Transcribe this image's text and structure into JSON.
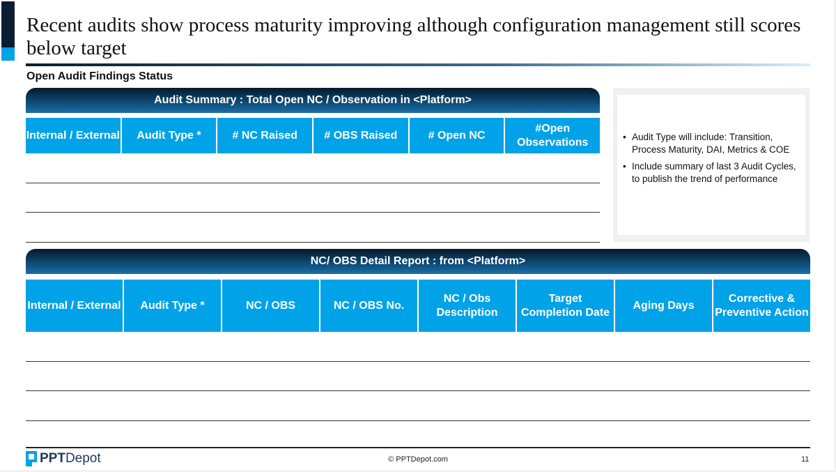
{
  "title": "Recent audits show process maturity improving although configuration management still scores below target",
  "subtitle": "Open Audit Findings Status",
  "summary": {
    "band": "Audit Summary : Total Open NC / Observation in <Platform>",
    "headers": [
      "Internal / External",
      "Audit Type *",
      "# NC Raised",
      "# OBS Raised",
      "# Open NC",
      "#Open Observations"
    ]
  },
  "detail": {
    "band": "NC/ OBS Detail Report : from <Platform>",
    "headers": [
      "Internal / External",
      "Audit Type *",
      "NC / OBS",
      "NC / OBS No.",
      "NC / Obs Description",
      "Target Completion Date",
      "Aging Days",
      "Corrective & Preventive Action"
    ]
  },
  "notes": [
    "Audit Type will include: Transition, Process Maturity, DAI, Metrics & COE",
    "Include summary of last 3 Audit Cycles, to publish the trend of performance"
  ],
  "footer": {
    "logo_a": "PPT",
    "logo_b": "Depot",
    "copyright": "© PPTDepot.com",
    "page": "11"
  }
}
